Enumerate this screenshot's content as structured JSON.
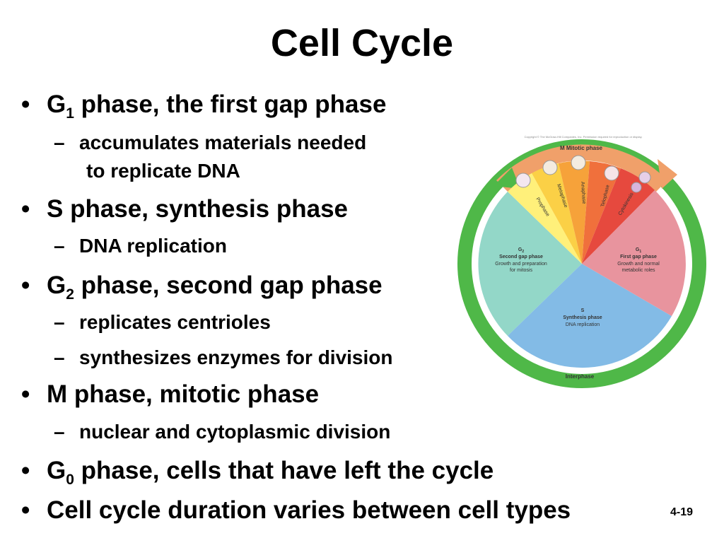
{
  "slide": {
    "title": "Cell Cycle",
    "number": "4-19"
  },
  "bullets": [
    {
      "prefix": "G",
      "sub": "1",
      "text": " phase, the first gap phase",
      "children": [
        "accumulates materials needed",
        "to replicate DNA"
      ]
    },
    {
      "text": "S phase, synthesis phase",
      "children": [
        "DNA replication"
      ]
    },
    {
      "prefix": "G",
      "sub": "2",
      "text": " phase, second gap phase",
      "children": [
        "replicates centrioles",
        "synthesizes enzymes for division"
      ]
    },
    {
      "text": "M phase, mitotic phase",
      "children": [
        "nuclear and cytoplasmic division"
      ]
    },
    {
      "prefix": "G",
      "sub": "0",
      "text": " phase, cells that have left the cycle"
    },
    {
      "text": "Cell cycle duration varies between cell types"
    }
  ],
  "diagram": {
    "copyright": "Copyright © The McGraw-Hill Companies, Inc. Permission required for reproduction or display.",
    "m_label": "M Mitotic phase",
    "g2": {
      "title": "G",
      "sub": "2",
      "name": "Second gap phase",
      "desc1": "Growth and preparation",
      "desc2": "for mitosis"
    },
    "g1": {
      "title": "G",
      "sub": "1",
      "name": "First gap phase",
      "desc1": "Growth and normal",
      "desc2": "metabolic roles"
    },
    "s": {
      "title": "S",
      "name": "Synthesis phase",
      "desc": "DNA replication"
    },
    "mitosis": [
      "Prophase",
      "Metaphase",
      "Anaphase",
      "Telophase",
      "Cytokinesis"
    ],
    "interphase": "Interphase",
    "colors": {
      "g1": "#e8949e",
      "g2": "#93d7c8",
      "s": "#83bbe6",
      "ring": "#4fb848",
      "m_band": "#f0a06a",
      "prophase": "#fff07a",
      "metaphase": "#fbd046",
      "anaphase": "#f6a23a",
      "telophase": "#f0703c",
      "cytokinesis": "#e6493e"
    }
  }
}
